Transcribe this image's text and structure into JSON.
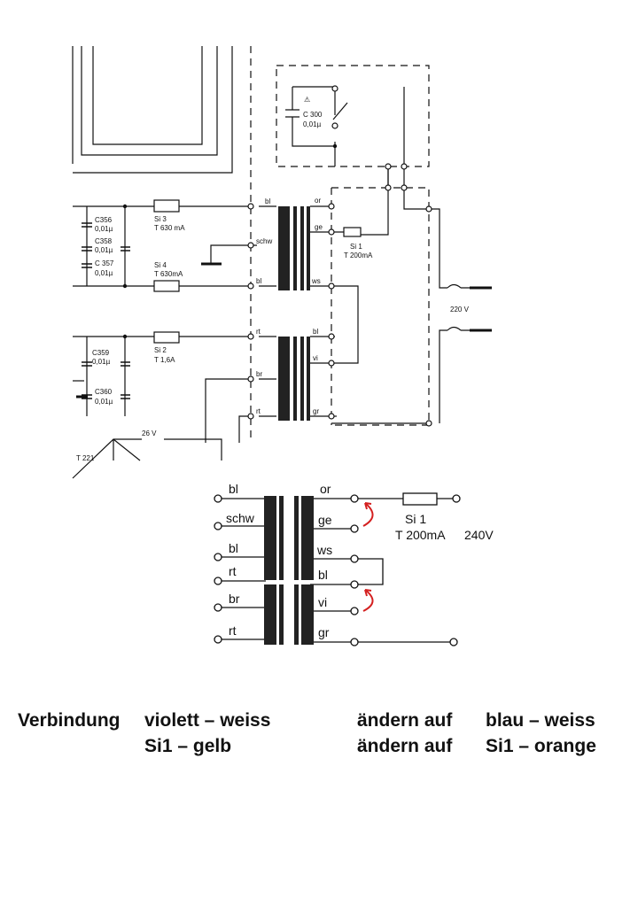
{
  "top_schematic": {
    "caps_left": [
      {
        "name": "C356",
        "value": "0,01µ"
      },
      {
        "name": "C358",
        "value": "0,01µ"
      },
      {
        "name": "C 357",
        "value": "0,01µ"
      },
      {
        "name": "C359",
        "value": "0,01µ"
      },
      {
        "name": "C360",
        "value": "0,01µ"
      }
    ],
    "fuses_left": [
      {
        "name": "Si 3",
        "rating": "T 630 mA"
      },
      {
        "name": "Si 4",
        "rating": "T 630mA"
      },
      {
        "name": "Si 2",
        "rating": "T 1,6A"
      }
    ],
    "switch_cap": {
      "name": "C 300",
      "value": "0,01µ"
    },
    "warning_glyph": "⚠",
    "primary_fuse": {
      "name": "Si 1",
      "rating": "T 200mA"
    },
    "secondary_taps": [
      "bl",
      "schw",
      "bl",
      "rt",
      "br",
      "rt"
    ],
    "primary_taps": [
      "or",
      "ge",
      "ws",
      "bl",
      "vi",
      "gr"
    ],
    "mains_label": "220 V",
    "dc_label": "26 V",
    "transistor_label": "T 221"
  },
  "bottom_schematic": {
    "left_taps": [
      "bl",
      "schw",
      "bl",
      "rt",
      "br",
      "rt"
    ],
    "right_taps": [
      "or",
      "ge",
      "ws",
      "bl",
      "vi",
      "gr"
    ],
    "fuse": {
      "name": "Si 1",
      "rating": "T 200mA",
      "voltage": "240V"
    }
  },
  "instructions": {
    "row1": {
      "label": "Verbindung",
      "from": "violett – weiss",
      "action": "ändern auf",
      "to": "blau – weiss"
    },
    "row2": {
      "from": "Si1 – gelb",
      "action": "ändern auf",
      "to": "Si1 – orange"
    }
  },
  "colors": {
    "ink": "#111111",
    "arrow": "#d42020"
  }
}
